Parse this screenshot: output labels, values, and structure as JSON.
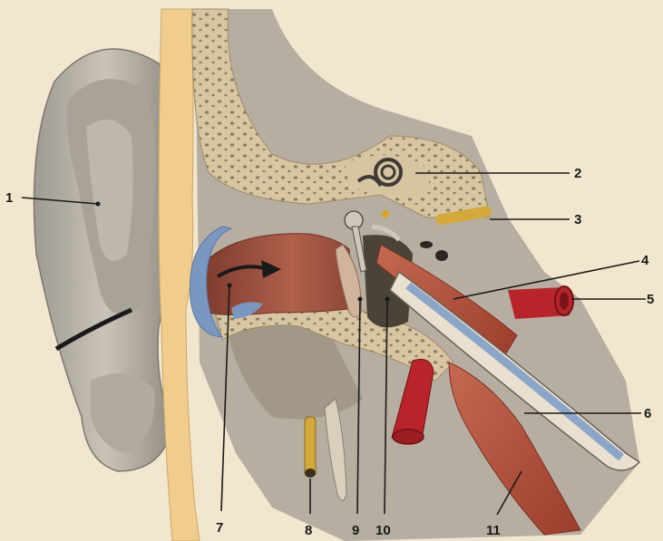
{
  "labels": [
    {
      "id": "1",
      "text": "1"
    },
    {
      "id": "2",
      "text": "2"
    },
    {
      "id": "3",
      "text": "3"
    },
    {
      "id": "4",
      "text": "4"
    },
    {
      "id": "5",
      "text": "5"
    },
    {
      "id": "6",
      "text": "6"
    },
    {
      "id": "7",
      "text": "7"
    },
    {
      "id": "8",
      "text": "8"
    },
    {
      "id": "9",
      "text": "9"
    },
    {
      "id": "10",
      "text": "10"
    },
    {
      "id": "11",
      "text": "11"
    }
  ],
  "colors": {
    "background": "#f3e6cf",
    "skin": "#b9b3a8",
    "bone": "#d9c7a4",
    "cartilage": "#f3cf8f",
    "canal": "#a85a45",
    "vessel": "#b8242a",
    "muscle": "#b8543c",
    "nerve": "#c9a03a",
    "tube": "#8aa6c8"
  }
}
